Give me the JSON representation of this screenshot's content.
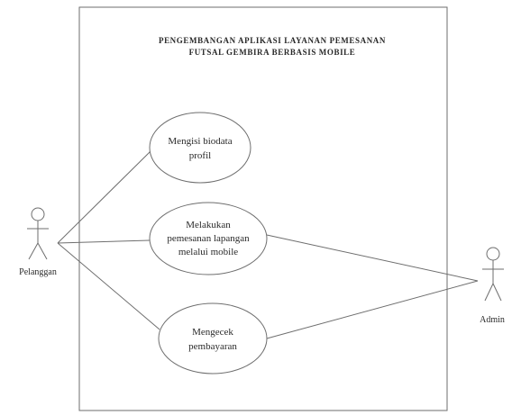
{
  "system": {
    "title_line1": "PENGEMBANGAN APLIKASI LAYANAN PEMESANAN",
    "title_line2": "FUTSAL GEMBIRA BERBASIS MOBILE"
  },
  "actors": {
    "left": "Pelanggan",
    "right": "Admin"
  },
  "use_cases": [
    {
      "line1": "Mengisi biodata",
      "line2": "profil"
    },
    {
      "line1": "Melakukan",
      "line2": "pemesanan lapangan",
      "line3": "melalui mobile"
    },
    {
      "line1": "Mengecek",
      "line2": "pembayaran"
    }
  ],
  "colors": {
    "line": "#6e6e6e",
    "text": "#2a2a2a",
    "background": "#ffffff"
  }
}
